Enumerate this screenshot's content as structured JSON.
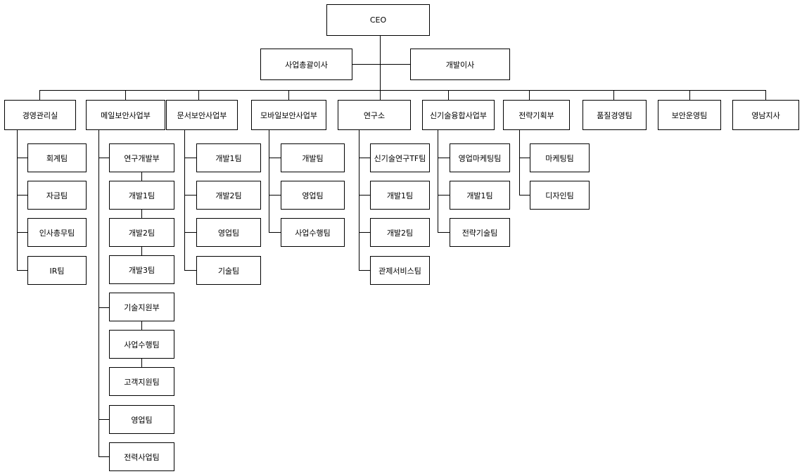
{
  "org": {
    "ceo": "CEO",
    "directors": [
      "사업총괄이사",
      "개발이사"
    ],
    "divisions": [
      {
        "name": "경영관리실",
        "children": [
          "회계팀",
          "자금팀",
          "인사총무팀",
          "IR팀"
        ]
      },
      {
        "name": "메일보안사업부",
        "children": [
          "연구개발부",
          "개발1팀",
          "개발2팀",
          "개발3팀",
          "기술지원부",
          "사업수행팀",
          "고객지원팀",
          "영업팀",
          "전력사업팀"
        ]
      },
      {
        "name": "문서보안사업부",
        "children": [
          "개발1팀",
          "개발2팀",
          "영업팀",
          "기술팀"
        ]
      },
      {
        "name": "모바일보안사업부",
        "children": [
          "개발팀",
          "영업팀",
          "사업수행팀"
        ]
      },
      {
        "name": "연구소",
        "children": [
          "신기술연구TF팀",
          "개발1팀",
          "개발2팀",
          "관제서비스팀"
        ]
      },
      {
        "name": "신기술융합사업부",
        "children": [
          "영업마케팅팀",
          "개발1팀",
          "전략기술팀"
        ]
      },
      {
        "name": "전략기획부",
        "children": [
          "마케팅팀",
          "디자인팀"
        ]
      },
      {
        "name": "품질경영팀",
        "children": []
      },
      {
        "name": "보안운영팀",
        "children": []
      },
      {
        "name": "영남지사",
        "children": []
      }
    ]
  }
}
